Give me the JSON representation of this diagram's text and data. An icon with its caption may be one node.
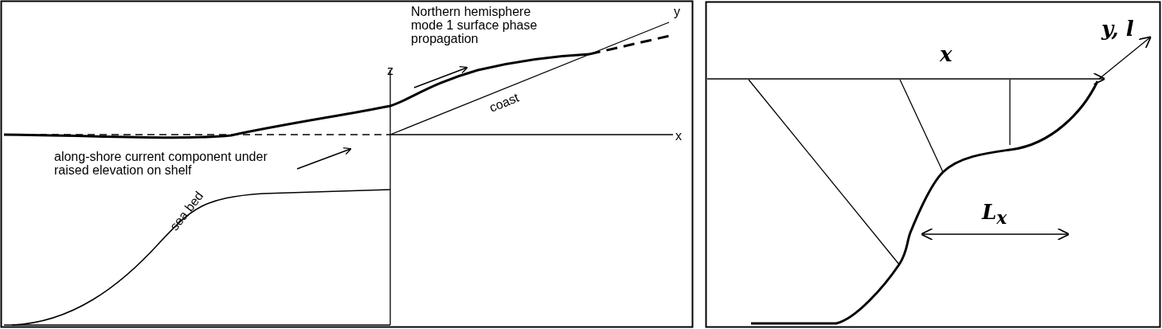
{
  "diagram": {
    "labels": [
      "Northern hemisphere mode 1 surface phase propagation",
      "y",
      "z",
      "coast",
      "x",
      "along-shore current component under raised elevation on shelf",
      "sea bed",
      "x",
      "y, l",
      "L$_{x}$"
    ]
  }
}
